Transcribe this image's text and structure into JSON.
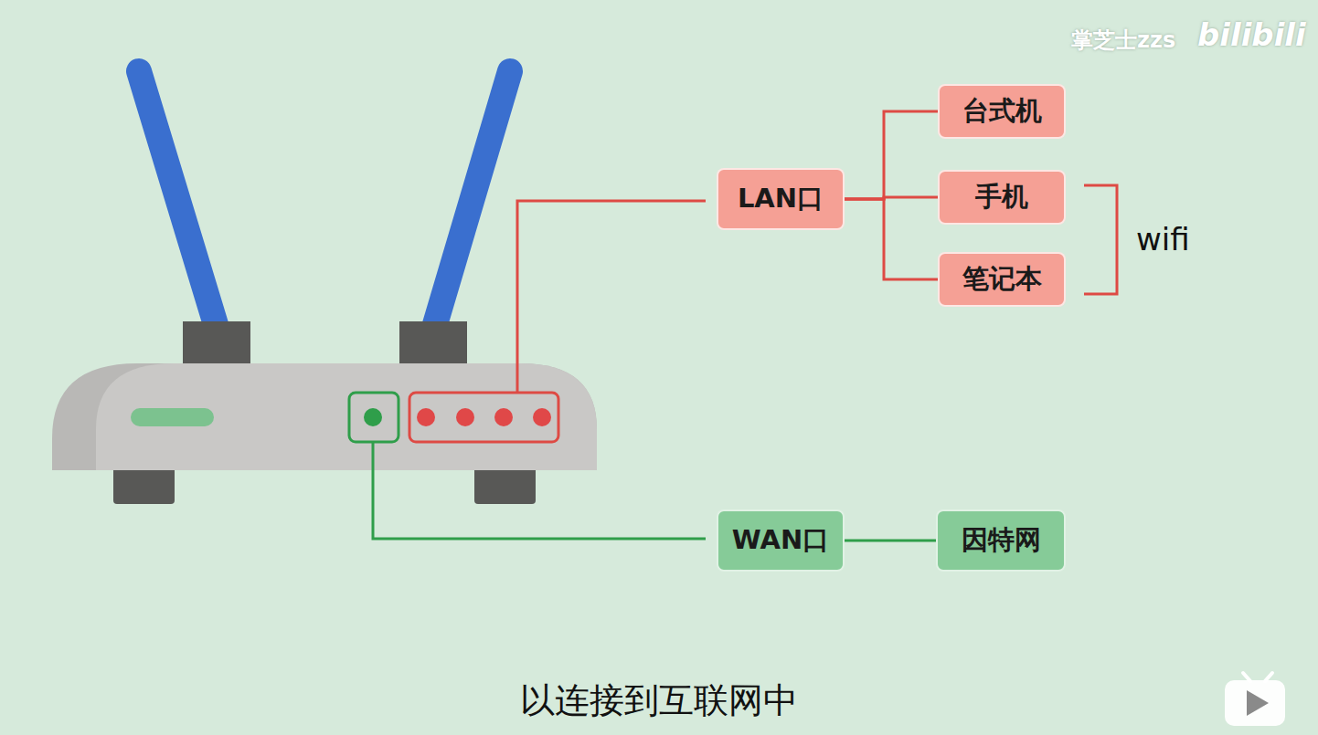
{
  "diagram": {
    "caption": "以连接到互联网中",
    "nodes": [
      {
        "text": [
          "LAN口"
        ]
      },
      {
        "text": [
          "台式机"
        ]
      },
      {
        "text": [
          "手机"
        ]
      },
      {
        "text": [
          "笔记本"
        ]
      },
      {
        "text": [
          "WAN口"
        ]
      },
      {
        "text": [
          "因特网"
        ]
      }
    ],
    "edges": [
      {
        "from": 0,
        "to": 1,
        "arrow": "none"
      },
      {
        "from": 0,
        "to": 2,
        "arrow": "none"
      },
      {
        "from": 0,
        "to": 3,
        "arrow": "none"
      },
      {
        "from": 4,
        "to": 5,
        "arrow": "none"
      }
    ],
    "labels": [
      "wifi",
      "掌芝士zzs",
      "bilibili"
    ]
  }
}
